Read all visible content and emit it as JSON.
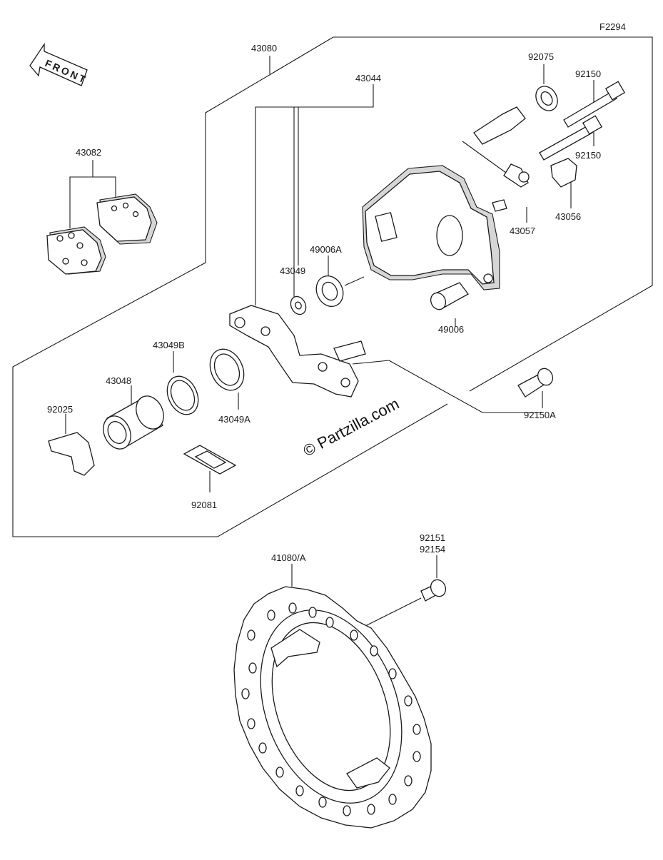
{
  "figure_code": "F2294",
  "front_label": "FRONT",
  "watermark": "© Partzilla.com",
  "callouts": {
    "assembly": "43080",
    "caliper": "43044",
    "pads": "43082",
    "oring_cap": "92075",
    "pin_a": "92150",
    "pin_b": "92150",
    "bleeder": "43056",
    "bleeder_cap": "43057",
    "boot_a": "49006A",
    "washer": "43049",
    "bolt_49006": "49006",
    "bolt_92150a": "92150A",
    "seal_b": "43049B",
    "seal_a": "43049A",
    "piston": "43048",
    "spring_92025": "92025",
    "plate_92081": "92081",
    "disc": "41080/A",
    "disc_bolt_1": "92151",
    "disc_bolt_2": "92154"
  }
}
